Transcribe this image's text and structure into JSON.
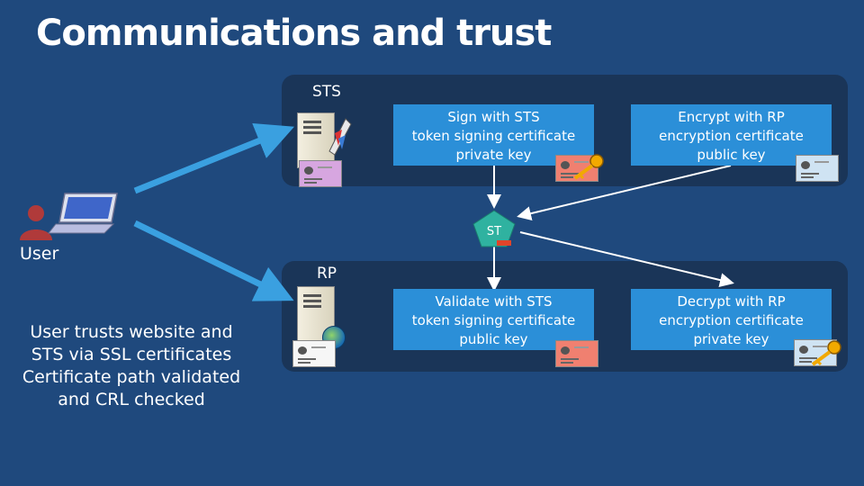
{
  "title": "Communications and trust",
  "panels": {
    "sts_label": "STS",
    "rp_label": "RP"
  },
  "boxes": {
    "sts_sign": [
      "Sign with STS",
      "token signing certificate",
      "private key"
    ],
    "sts_encrypt": [
      "Encrypt with RP",
      "encryption certificate",
      "public key"
    ],
    "rp_validate": [
      "Validate with STS",
      "token signing certificate",
      "public key"
    ],
    "rp_decrypt": [
      "Decrypt with RP",
      "encryption certificate",
      "private key"
    ]
  },
  "token_label": "ST",
  "user_label": "User",
  "user_note": [
    "User trusts website and",
    "STS via SSL certificates",
    "Certificate path validated",
    "and CRL checked"
  ],
  "colors": {
    "background": "#1f497d",
    "panel": "#1a3558",
    "box": "#2b8fd8",
    "arrow": "#3aa0e0",
    "token": "#2fb2a0",
    "cert_pink": "#f08070",
    "cert_purple": "#d7a6e0",
    "cert_blue": "#cfe3f3",
    "cert_white": "#f6f6f6"
  },
  "icons": [
    "user-icon",
    "laptop-icon",
    "server-icon",
    "certificate-icon",
    "key-icon",
    "globe-icon",
    "token-icon"
  ]
}
